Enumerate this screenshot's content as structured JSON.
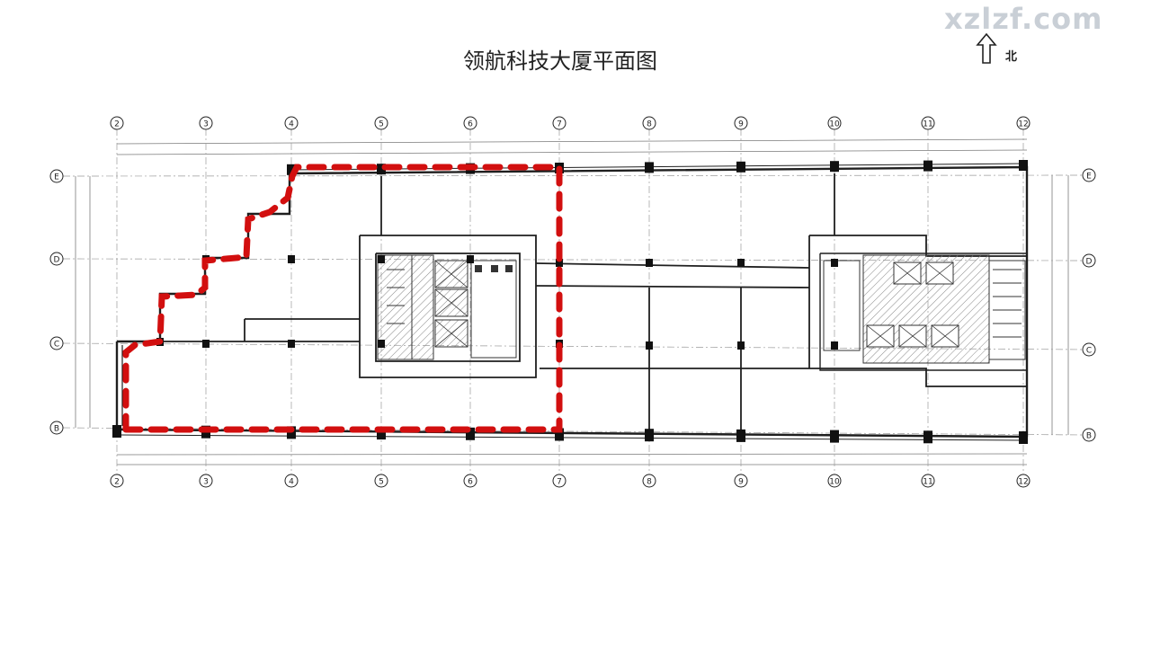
{
  "title": "领航科技大厦平面图",
  "north_label": "北",
  "watermark": "xzlzf.com",
  "grid": {
    "columns": [
      "2",
      "3",
      "4",
      "5",
      "6",
      "7",
      "8",
      "9",
      "10",
      "11",
      "12"
    ],
    "rows": [
      "E",
      "D",
      "C",
      "B"
    ]
  },
  "colors": {
    "line": "#1f1f1f",
    "thin": "#7a7a7a",
    "column": "#111111",
    "highlight": "#d20f0f",
    "hatch": "#8a8a8a"
  }
}
